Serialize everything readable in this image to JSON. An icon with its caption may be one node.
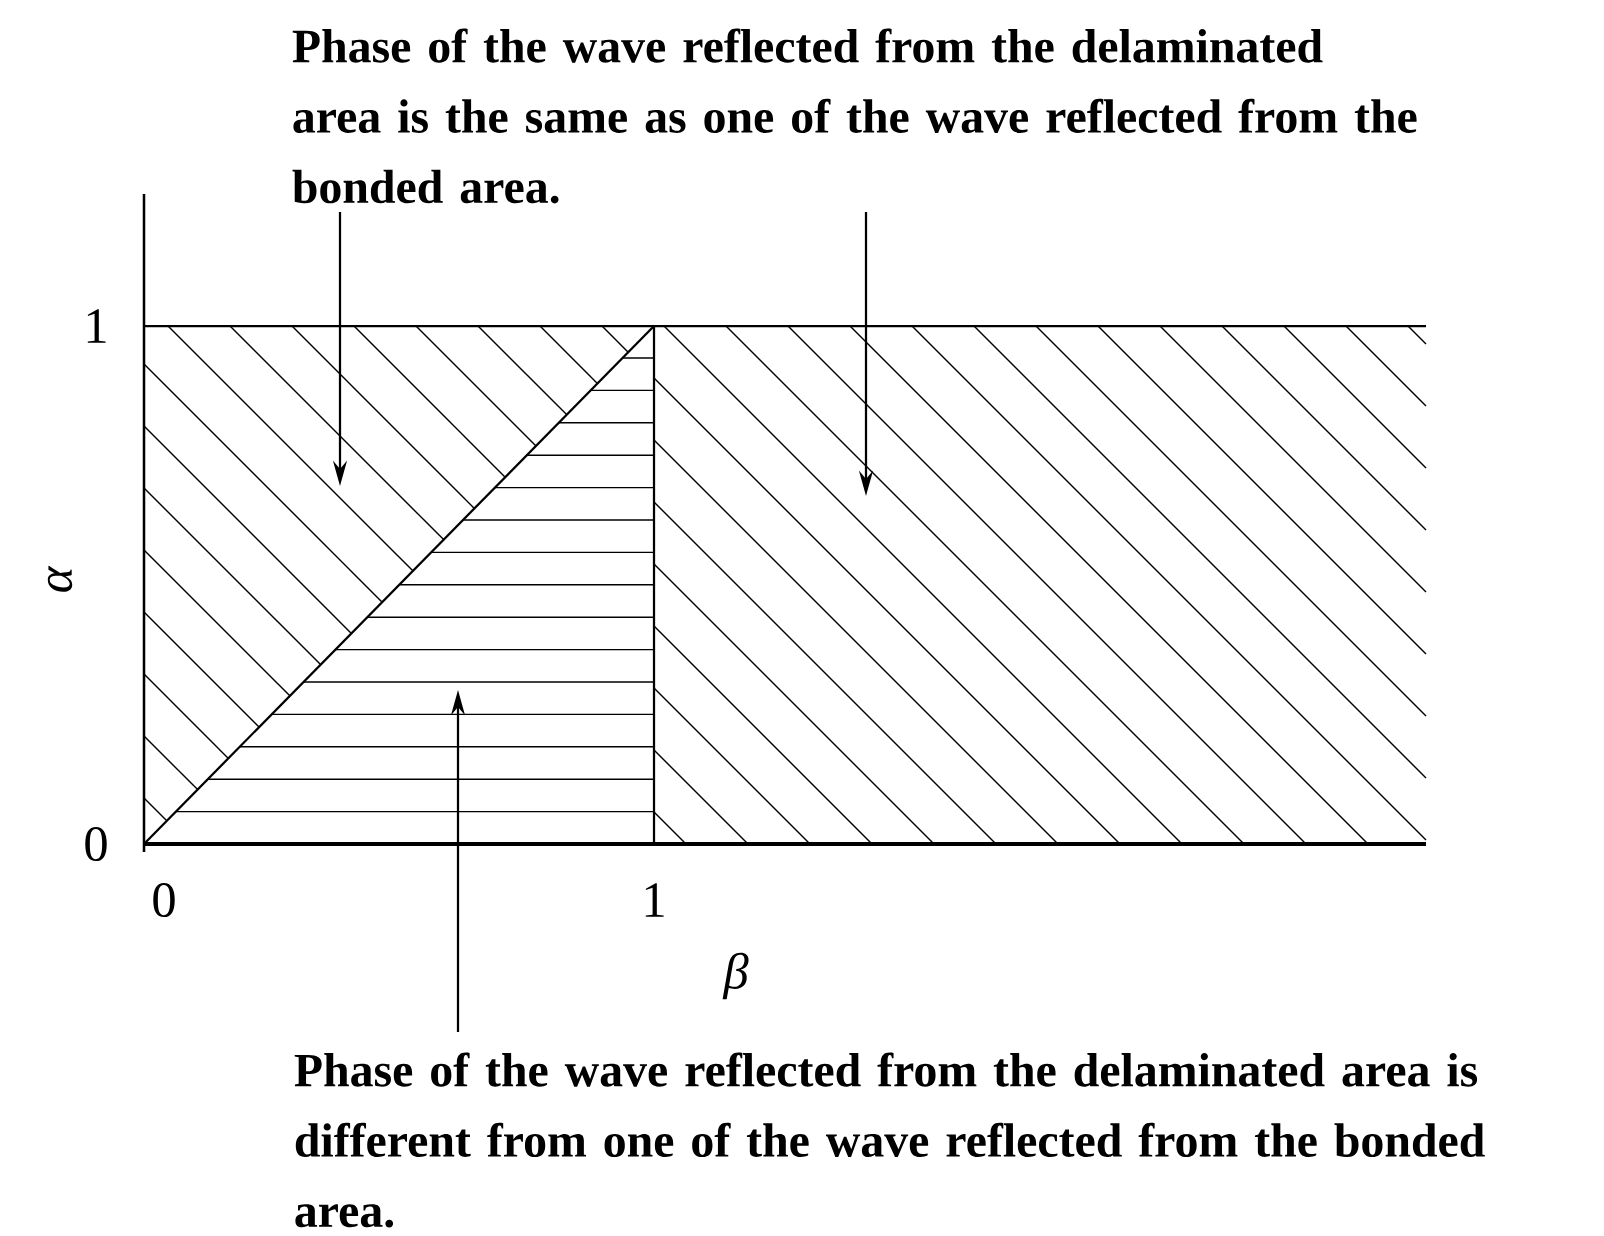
{
  "diagram": {
    "nodes": [
      {
        "text": [
          "Phase of the wave reflected from the delaminated area is the same as one of the wave reflected from the bonded area."
        ]
      },
      {
        "text": [
          "Phase of the wave reflected from the delaminated area is different from one of the wave reflected from the bonded area."
        ]
      }
    ],
    "edges": [
      {
        "from": 0,
        "to": null,
        "arrow": "to"
      },
      {
        "from": 0,
        "to": null,
        "arrow": "to"
      },
      {
        "from": 1,
        "to": null,
        "arrow": "to"
      }
    ],
    "labels": [
      "1",
      "α",
      "0",
      "0",
      "1",
      "β"
    ]
  }
}
